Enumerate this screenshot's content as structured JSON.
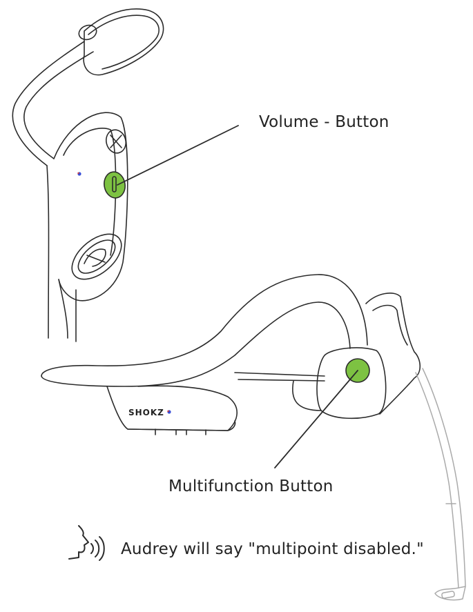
{
  "labels": {
    "volume_button": "Volume - Button",
    "multifunction_button": "Multifunction Button",
    "voice_prompt": "Audrey will say \"multipoint disabled.\"",
    "brand": "SHOKZ"
  },
  "colors": {
    "highlight": "#7DC242",
    "outline": "#2b2b2b",
    "mic_boom": "#aaaaaa",
    "indicator_red": "#d33c3c",
    "indicator_blue": "#3a4fd6"
  },
  "icons": {
    "voice": "speaking-head-icon"
  }
}
